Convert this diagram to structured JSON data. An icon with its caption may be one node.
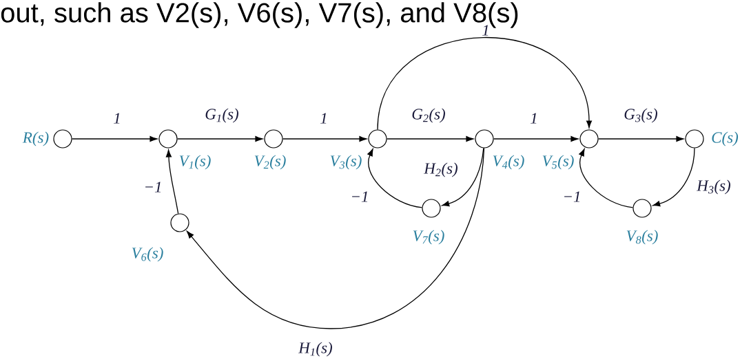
{
  "diagram": {
    "nodes": [
      {
        "text": [],
        "shape": "circle",
        "beside": [
          "R(s)"
        ]
      },
      {
        "text": [],
        "shape": "circle",
        "beside": [
          "V$_{1}$(s)"
        ]
      },
      {
        "text": [],
        "shape": "circle",
        "beside": [
          "V$_{2}$(s)"
        ]
      },
      {
        "text": [],
        "shape": "circle",
        "beside": [
          "V$_{3}$(s)"
        ]
      },
      {
        "text": [],
        "shape": "circle",
        "beside": [
          "V$_{4}$(s)"
        ]
      },
      {
        "text": [],
        "shape": "circle",
        "beside": [
          "V$_{5}$(s)"
        ]
      },
      {
        "text": [],
        "shape": "circle",
        "beside": [
          "C(s)"
        ]
      },
      {
        "text": [],
        "shape": "circle",
        "beside": [
          "V$_{6}$(s)"
        ]
      },
      {
        "text": [],
        "shape": "circle",
        "beside": [
          "V$_{7}$(s)"
        ]
      },
      {
        "text": [],
        "shape": "circle",
        "beside": [
          "V$_{8}$(s)"
        ]
      }
    ],
    "edges": [
      {
        "from": 0,
        "to": 1,
        "arrow": "to",
        "label": "1"
      },
      {
        "from": 1,
        "to": 2,
        "arrow": "to",
        "label": "G$_{1}$(s)"
      },
      {
        "from": 2,
        "to": 3,
        "arrow": "to",
        "label": "1"
      },
      {
        "from": 3,
        "to": 4,
        "arrow": "to",
        "label": "G$_{2}$(s)"
      },
      {
        "from": 4,
        "to": 5,
        "arrow": "to",
        "label": "1"
      },
      {
        "from": 5,
        "to": 6,
        "arrow": "to",
        "label": "G$_{3}$(s)"
      },
      {
        "from": 3,
        "to": 5,
        "arrow": "to",
        "label": "1"
      },
      {
        "from": 4,
        "to": 8,
        "arrow": "to",
        "label": "H$_{2}$(s)"
      },
      {
        "from": 8,
        "to": 3,
        "arrow": "to",
        "label": "−1"
      },
      {
        "from": 6,
        "to": 9,
        "arrow": "to",
        "label": "H$_{3}$(s)"
      },
      {
        "from": 9,
        "to": 5,
        "arrow": "to",
        "label": "−1"
      },
      {
        "from": 4,
        "to": 7,
        "arrow": "to",
        "label": "H$_{1}$(s)"
      },
      {
        "from": 7,
        "to": 1,
        "arrow": "to",
        "label": "−1"
      }
    ],
    "labels": [
      "out, such as V2(s), V6(s), V7(s), and V8(s)"
    ]
  }
}
